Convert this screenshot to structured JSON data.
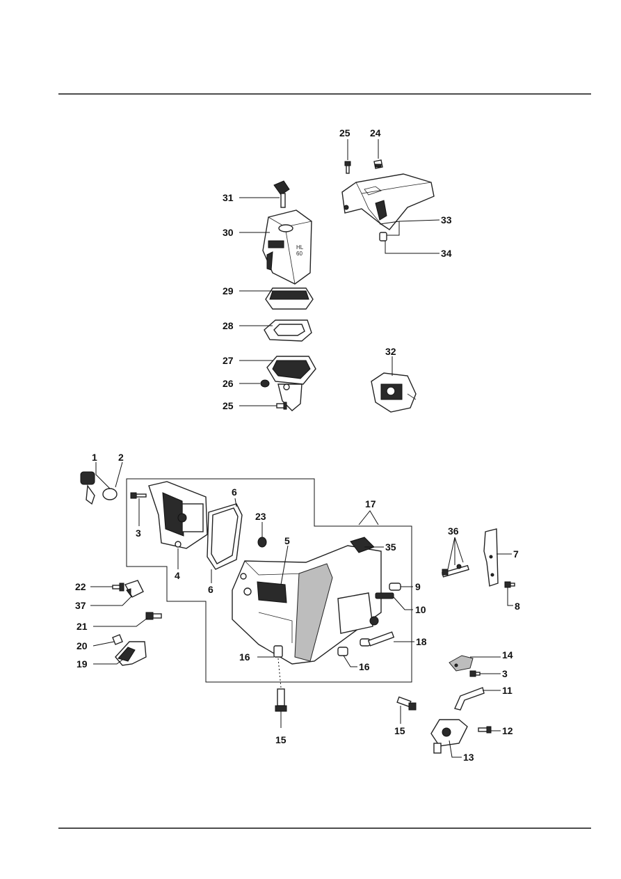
{
  "callouts": {
    "c1": "1",
    "c2": "2",
    "c3a": "3",
    "c3b": "3",
    "c4": "4",
    "c5": "5",
    "c6a": "6",
    "c6b": "6",
    "c7": "7",
    "c8": "8",
    "c9": "9",
    "c10": "10",
    "c11": "11",
    "c12": "12",
    "c13": "13",
    "c14": "14",
    "c15a": "15",
    "c15b": "15",
    "c16a": "16",
    "c16b": "16",
    "c17": "17",
    "c18": "18",
    "c19": "19",
    "c20": "20",
    "c21": "21",
    "c22": "22",
    "c23": "23",
    "c24": "24",
    "c25a": "25",
    "c25b": "25",
    "c26": "26",
    "c27": "27",
    "c28": "28",
    "c29": "29",
    "c30": "30",
    "c31": "31",
    "c32": "32",
    "c33": "33",
    "c34": "34",
    "c35": "35",
    "c36": "36",
    "c37": "37"
  },
  "cover_marking": "HL\n60",
  "colors": {
    "ink": "#111111",
    "shade": "#bdbdbd",
    "dark": "#2a2a2a"
  },
  "icons": [
    "exploded-parts-diagram"
  ]
}
